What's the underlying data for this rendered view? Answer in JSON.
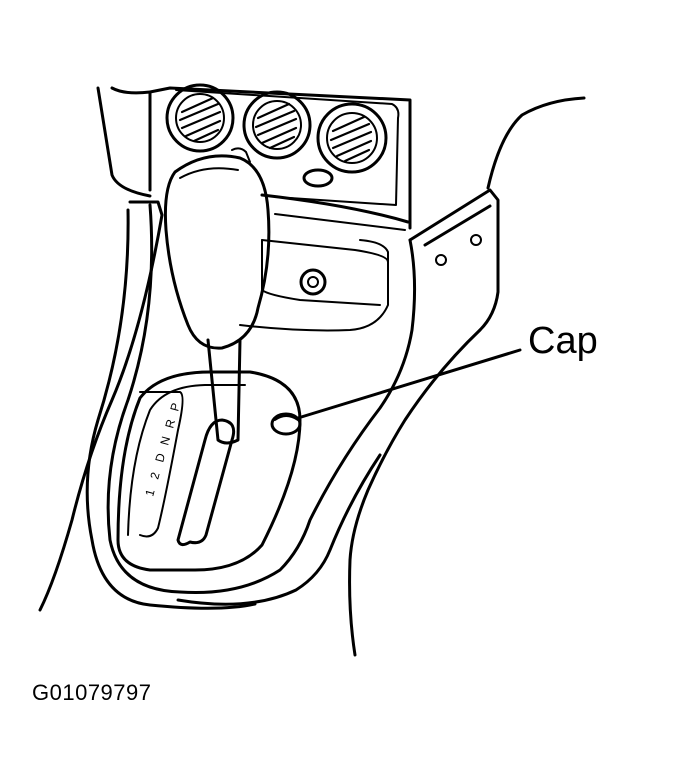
{
  "callout": {
    "label": "Cap"
  },
  "figure_id": "G01079797",
  "gear_indicator": [
    "P",
    "R",
    "N",
    "D",
    "2",
    "1"
  ]
}
